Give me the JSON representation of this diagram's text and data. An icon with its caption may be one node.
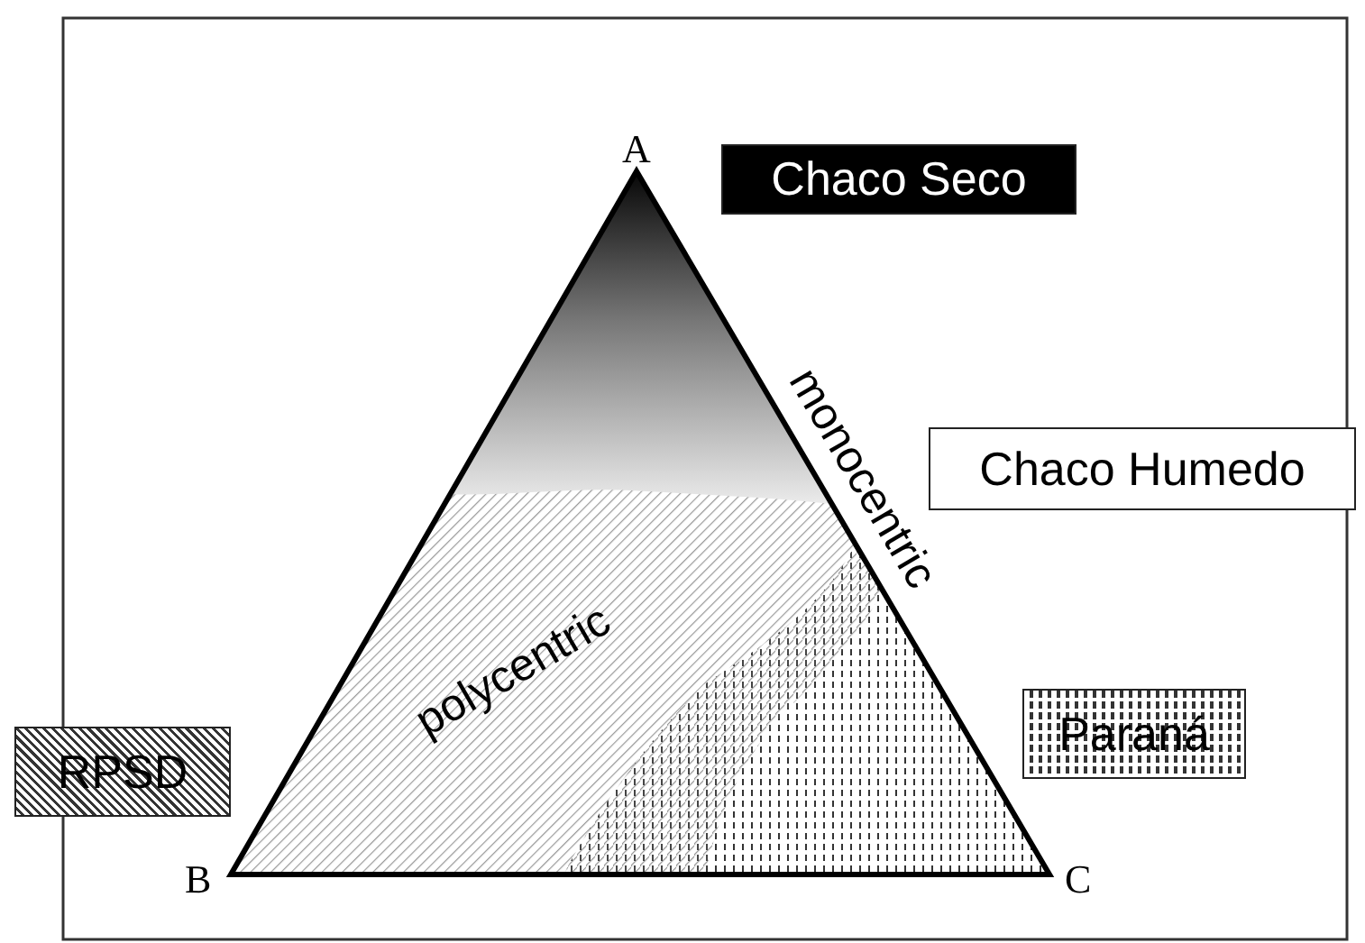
{
  "diagram": {
    "labels": [
      "A",
      "monocentric",
      "polycentric",
      "B",
      "C"
    ],
    "legend": [
      {
        "text": "Chaco Seco",
        "color": "#000000"
      },
      {
        "text": "Chaco Humedo",
        "color": "#ffffff"
      },
      {
        "text": "Paraná"
      },
      {
        "text": "RPSD"
      }
    ]
  }
}
